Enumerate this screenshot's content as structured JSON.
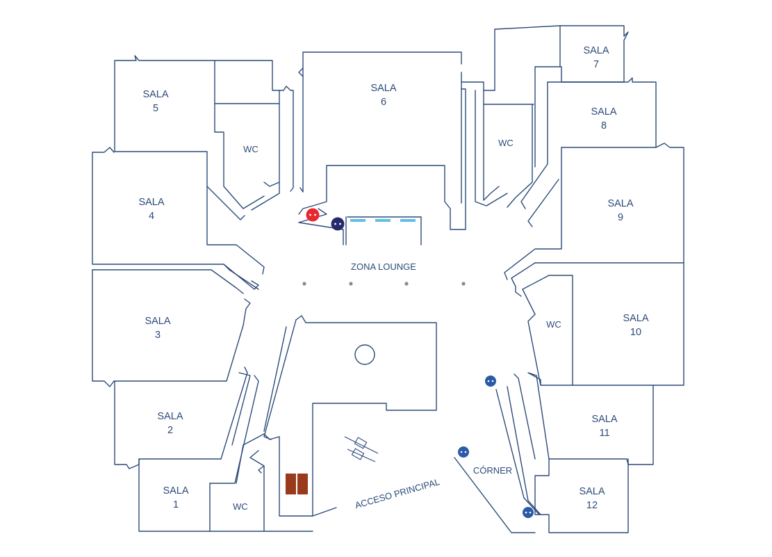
{
  "colors": {
    "wall": "#2b4a78",
    "text": "#2b4a78",
    "marker_red": "#e8282e",
    "marker_navy": "#26296e",
    "marker_blue": "#2a5aa8",
    "stand_brown": "#9a3a1c",
    "glass_cyan": "#5fbfe6",
    "column_grey": "#8a8a8a"
  },
  "rooms": [
    {
      "id": "sala-1",
      "line1": "SALA",
      "line2": "1"
    },
    {
      "id": "sala-2",
      "line1": "SALA",
      "line2": "2"
    },
    {
      "id": "sala-3",
      "line1": "SALA",
      "line2": "3"
    },
    {
      "id": "sala-4",
      "line1": "SALA",
      "line2": "4"
    },
    {
      "id": "sala-5",
      "line1": "SALA",
      "line2": "5"
    },
    {
      "id": "sala-6",
      "line1": "SALA",
      "line2": "6"
    },
    {
      "id": "sala-7",
      "line1": "SALA",
      "line2": "7"
    },
    {
      "id": "sala-8",
      "line1": "SALA",
      "line2": "8"
    },
    {
      "id": "sala-9",
      "line1": "SALA",
      "line2": "9"
    },
    {
      "id": "sala-10",
      "line1": "SALA",
      "line2": "10"
    },
    {
      "id": "sala-11",
      "line1": "SALA",
      "line2": "11"
    },
    {
      "id": "sala-12",
      "line1": "SALA",
      "line2": "12"
    }
  ],
  "areas": {
    "wc": "WC",
    "zona_lounge": "ZONA LOUNGE",
    "corner": "CÓRNER",
    "acceso_principal": "ACCESO PRINCIPAL"
  },
  "markers": [
    {
      "kind": "red-dot-marker",
      "color": "marker_red"
    },
    {
      "kind": "navy-dot-marker",
      "color": "marker_navy"
    },
    {
      "kind": "blue-dot-marker",
      "color": "marker_blue"
    },
    {
      "kind": "blue-dot-marker",
      "color": "marker_blue"
    },
    {
      "kind": "blue-dot-marker",
      "color": "marker_blue"
    }
  ],
  "icons": [
    "turnstile-icon",
    "column-dot",
    "round-table-icon",
    "brown-stand-icon",
    "glass-partition-icon"
  ]
}
